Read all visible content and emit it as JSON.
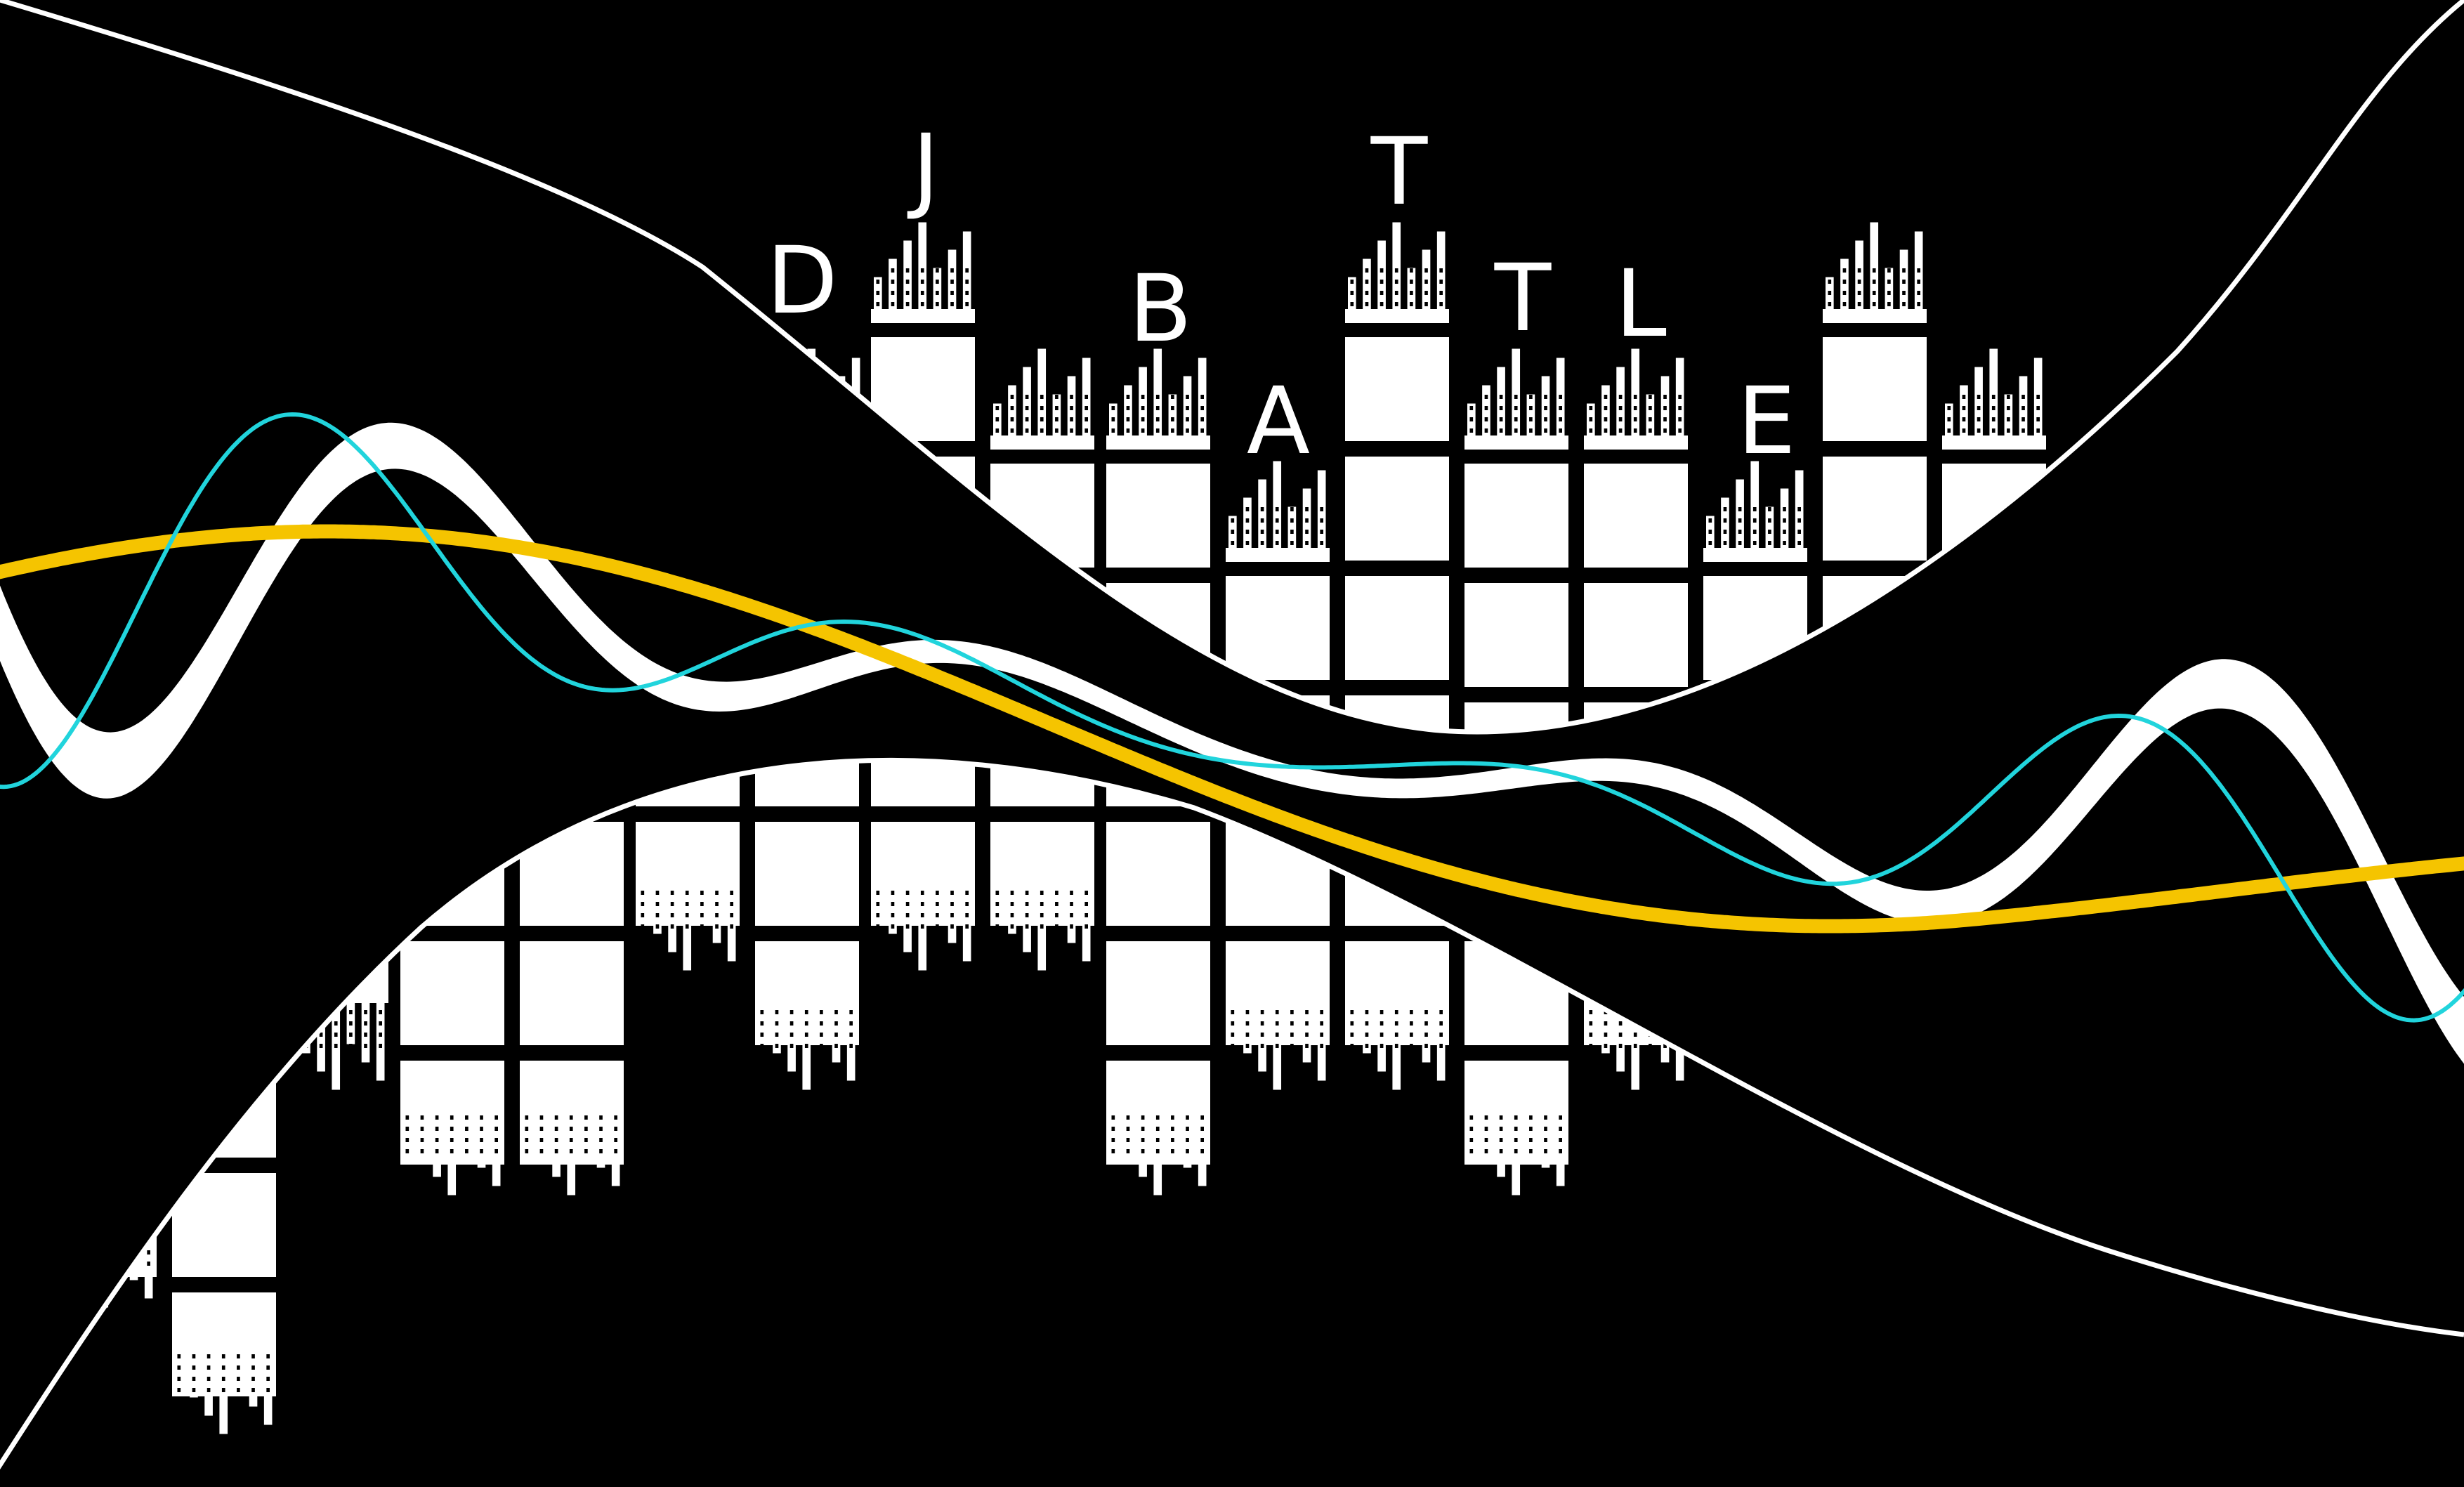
{
  "artwork": {
    "background_color": "#000000",
    "grid_color": "#ffffff",
    "wave_colors": {
      "primary": "#ffffff",
      "accent_cyan": "#21d4dc",
      "accent_gold": "#f5c400"
    },
    "letters": [
      "D",
      "J",
      "B",
      "A",
      "T",
      "T",
      "L",
      "E"
    ]
  }
}
